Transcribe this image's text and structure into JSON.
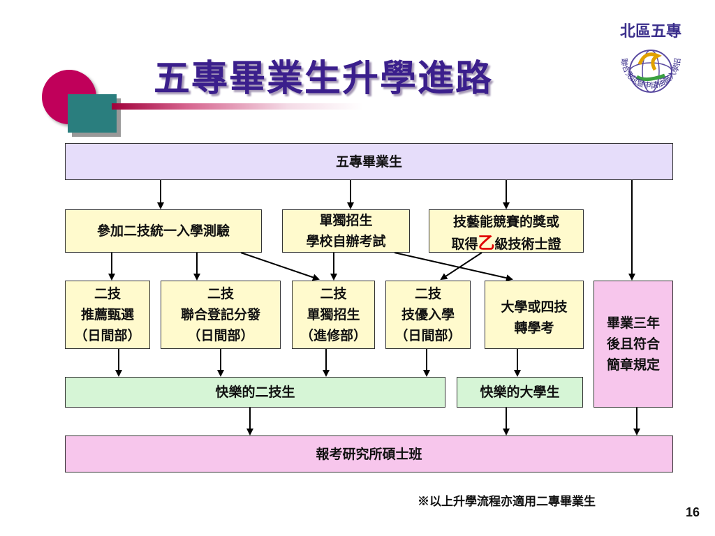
{
  "title": "五專畢業生升學進路",
  "logo": {
    "text": "北區五專",
    "ring_text": "聯合免試暨申請抽籤入學招生委員會"
  },
  "boxes": {
    "top": "五專畢業生",
    "exam": "參加二技統一入學測驗",
    "separate": "單獨招生\n學校自辦考試",
    "skill_pre": "技藝能競賽的獎或\n取得",
    "skill_grade": "乙",
    "skill_post": "級技術士證",
    "rec": "二技\n推薦甄選\n（日間部）",
    "joint": "二技\n聯合登記分發\n（日間部）",
    "sep_night": "二技\n單獨招生\n（進修部）",
    "priority": "二技\n技優入學\n（日間部）",
    "transfer": "大學或四技\n轉學考",
    "three_years": "畢業三年\n後且符合\n簡章規定",
    "happy_2tech": "快樂的二技生",
    "happy_univ": "快樂的大學生",
    "grad": "報考研究所碩士班"
  },
  "note": "※以上升學流程亦適用二專畢業生",
  "page_number": "16",
  "colors": {
    "title": "#3b1f8c",
    "purple_box": "#e6ddfa",
    "yellow_box": "#fffacd",
    "green_box": "#d6f5d6",
    "pink_box": "#f7c6ec",
    "accent_red": "#e00000"
  }
}
